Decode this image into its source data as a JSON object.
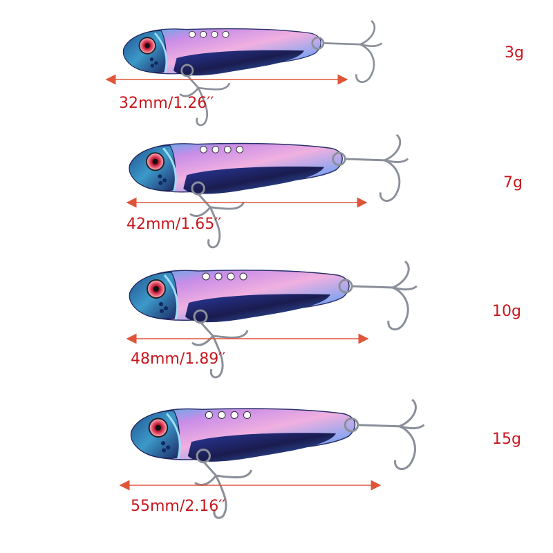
{
  "colors": {
    "text": "#c8161d",
    "arrow": "#e0553a",
    "body_pink": "#e7a3e6",
    "body_blue": "#2a6fd6",
    "body_dark": "#1b1e58",
    "hook": "#8a8f99"
  },
  "icons": [
    "fishing-lure-icon",
    "treble-hook-icon",
    "dimension-arrow-icon"
  ],
  "lures": [
    {
      "dimension": "32mm/1.26′′",
      "weight": "3g"
    },
    {
      "dimension": "42mm/1.65′′",
      "weight": "7g"
    },
    {
      "dimension": "48mm/1.89′′",
      "weight": "10g"
    },
    {
      "dimension": "55mm/2.16′′",
      "weight": "15g"
    }
  ]
}
